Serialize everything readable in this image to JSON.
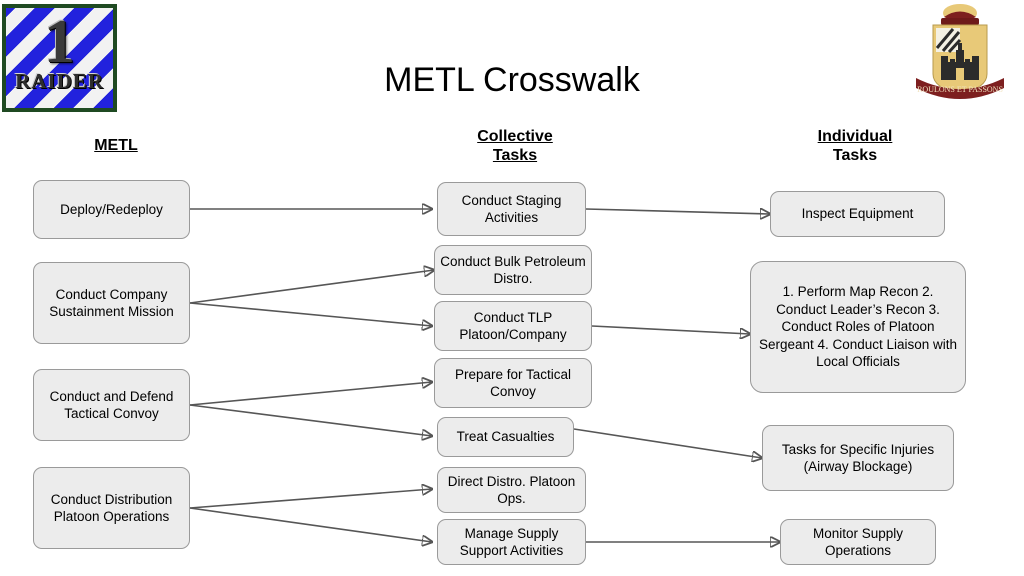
{
  "slide": {
    "title": "METL Crosswalk",
    "background": "#ffffff"
  },
  "logos": {
    "left": {
      "name": "3rd-infantry-division-raider-patch",
      "digit": "1",
      "motto": "RAIDER",
      "border_color": "#1f4a22",
      "stripe_colors": [
        "#2222dd",
        "#f2f2f2"
      ]
    },
    "right": {
      "name": "regimental-crest",
      "motto": "ROULONS ET PASSONS",
      "colors": [
        "#e6c36a",
        "#7d1f1f",
        "#2b2b2b",
        "#ffffff"
      ]
    }
  },
  "columns": {
    "metl": {
      "line1": "METL",
      "line2": ""
    },
    "collective": {
      "line1": "Collective",
      "line2": "Tasks"
    },
    "individual": {
      "line1": "Individual",
      "line2": "Tasks"
    }
  },
  "nodes": {
    "metl": [
      {
        "id": "m1",
        "label": "Deploy/Redeploy"
      },
      {
        "id": "m2",
        "label": "Conduct Company Sustainment Mission"
      },
      {
        "id": "m3",
        "label": "Conduct and Defend Tactical Convoy"
      },
      {
        "id": "m4",
        "label": "Conduct Distribution Platoon Operations"
      }
    ],
    "collective": [
      {
        "id": "c1",
        "label": "Conduct Staging Activities"
      },
      {
        "id": "c2",
        "label": "Conduct Bulk Petroleum Distro."
      },
      {
        "id": "c3",
        "label": "Conduct TLP Platoon/Company"
      },
      {
        "id": "c4",
        "label": "Prepare for Tactical Convoy"
      },
      {
        "id": "c5",
        "label": "Treat Casualties"
      },
      {
        "id": "c6",
        "label": "Direct Distro. Platoon Ops."
      },
      {
        "id": "c7",
        "label": "Manage Supply Support Activities"
      }
    ],
    "individual": [
      {
        "id": "i1",
        "label": "Inspect Equipment"
      },
      {
        "id": "i2",
        "label": "1. Perform Map Recon 2. Conduct Leader’s Recon 3. Conduct Roles of Platoon Sergeant 4. Conduct Liaison with Local Officials"
      },
      {
        "id": "i3",
        "label": "Tasks for Specific Injuries (Airway Blockage)"
      },
      {
        "id": "i4",
        "label": "Monitor Supply Operations"
      }
    ]
  },
  "connections": [
    {
      "from": "m1",
      "to": "c1"
    },
    {
      "from": "m2",
      "to": "c2"
    },
    {
      "from": "m2",
      "to": "c3"
    },
    {
      "from": "m3",
      "to": "c4"
    },
    {
      "from": "m3",
      "to": "c5"
    },
    {
      "from": "m4",
      "to": "c6"
    },
    {
      "from": "m4",
      "to": "c7"
    },
    {
      "from": "c1",
      "to": "i1"
    },
    {
      "from": "c3",
      "to": "i2"
    },
    {
      "from": "c5",
      "to": "i3"
    },
    {
      "from": "c7",
      "to": "i4"
    }
  ],
  "style": {
    "node_fill": "#ececec",
    "node_border": "#9a9a9a",
    "connector_color": "#565656",
    "text_color": "#000000"
  }
}
